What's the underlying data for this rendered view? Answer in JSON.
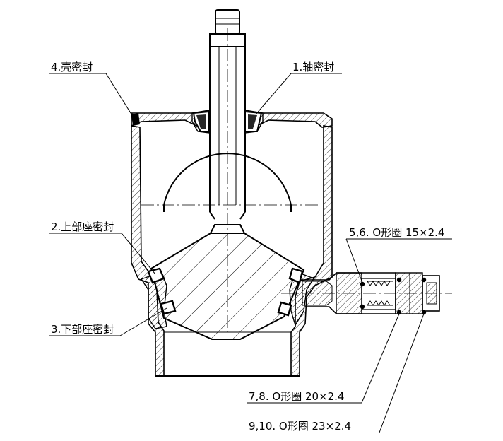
{
  "labels": {
    "shell_seal": "4.壳密封",
    "shaft_seal": "1.轴密封",
    "upper_seat_seal": "2.上部座密封",
    "lower_seat_seal": "3.下部座密封",
    "oring_15": "5,6.  O形圈 15×2.4",
    "oring_20": "7,8.  O形圈 20×2.4",
    "oring_23": "9,10.  O形圈 23×2.4"
  },
  "colors": {
    "line": "#000000",
    "background": "#ffffff"
  }
}
